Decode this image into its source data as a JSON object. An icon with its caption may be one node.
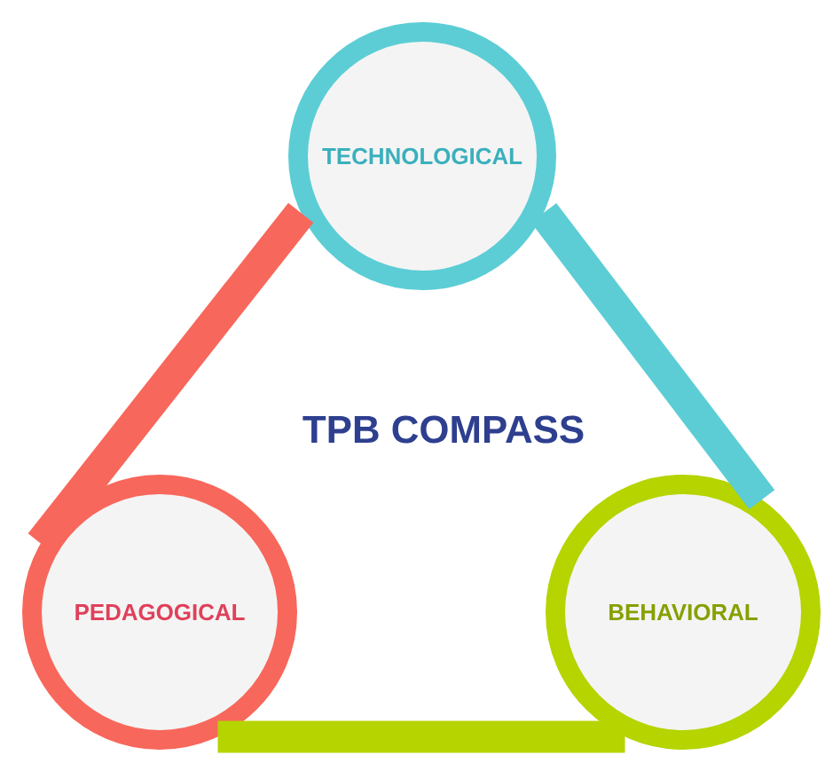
{
  "diagram": {
    "title": "TPB COMPASS",
    "nodes": [
      {
        "text": [
          "TECHNOLOGICAL"
        ]
      },
      {
        "text": [
          "PEDAGOGICAL"
        ]
      },
      {
        "text": [
          "BEHAVIORAL"
        ]
      }
    ],
    "edges": [
      {
        "from": 1,
        "to": 0,
        "arrow": "none",
        "color": "#f8675b"
      },
      {
        "from": 0,
        "to": 2,
        "arrow": "none",
        "color": "#5ccdd5"
      },
      {
        "from": 2,
        "to": 1,
        "arrow": "none",
        "color": "#b5d400"
      }
    ]
  }
}
